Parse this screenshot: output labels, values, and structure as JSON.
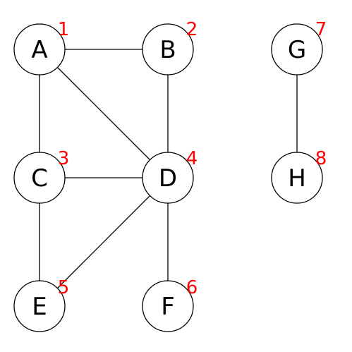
{
  "graph": {
    "nodes": [
      {
        "id": "A",
        "label": "A",
        "order": "1"
      },
      {
        "id": "B",
        "label": "B",
        "order": "2"
      },
      {
        "id": "C",
        "label": "C",
        "order": "3"
      },
      {
        "id": "D",
        "label": "D",
        "order": "4"
      },
      {
        "id": "E",
        "label": "E",
        "order": "5"
      },
      {
        "id": "F",
        "label": "F",
        "order": "6"
      },
      {
        "id": "G",
        "label": "G",
        "order": "7"
      },
      {
        "id": "H",
        "label": "H",
        "order": "8"
      }
    ],
    "edges": [
      {
        "from": "A",
        "to": "B"
      },
      {
        "from": "A",
        "to": "C"
      },
      {
        "from": "A",
        "to": "D"
      },
      {
        "from": "B",
        "to": "D"
      },
      {
        "from": "C",
        "to": "D"
      },
      {
        "from": "C",
        "to": "E"
      },
      {
        "from": "D",
        "to": "E"
      },
      {
        "from": "D",
        "to": "F"
      },
      {
        "from": "G",
        "to": "H"
      }
    ],
    "colors": {
      "node_stroke": "#000000",
      "node_fill": "#ffffff",
      "edge": "#000000",
      "order_label": "#ff0000"
    }
  }
}
